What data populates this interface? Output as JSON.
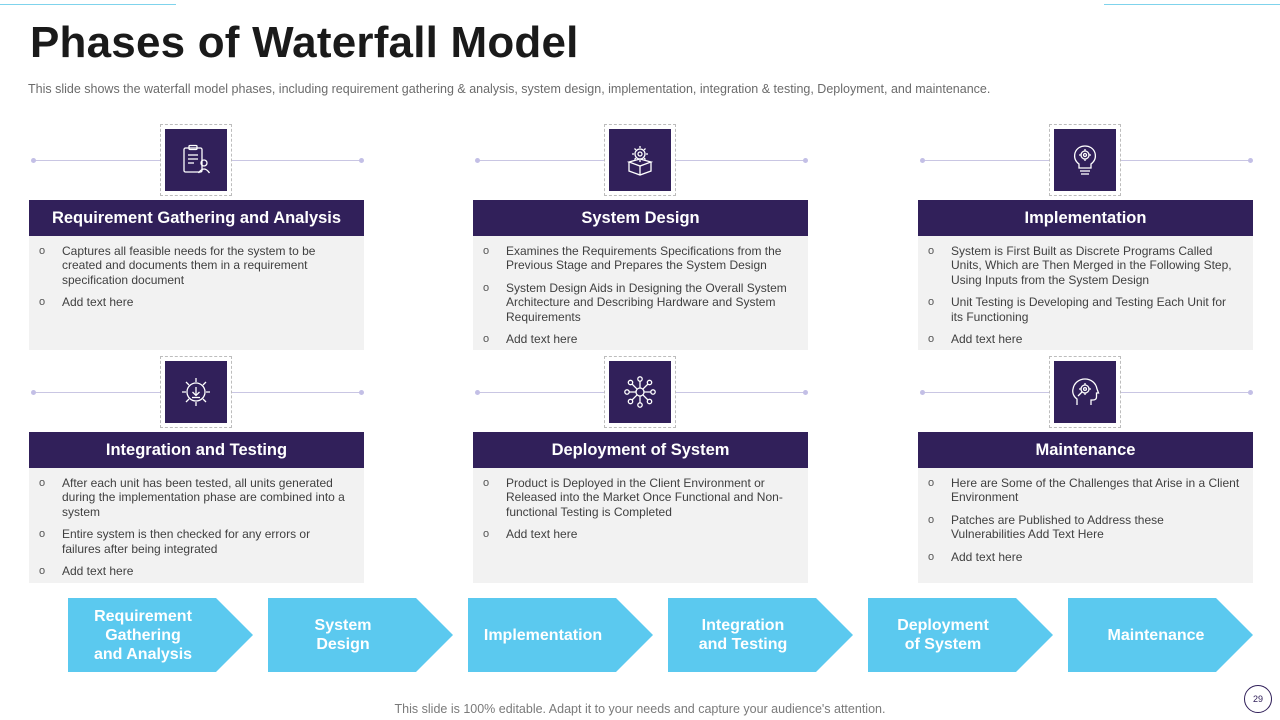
{
  "title": "Phases of Waterfall Model",
  "subtitle": "This slide shows the waterfall model phases, including requirement  gathering & analysis, system design, implementation,  integration & testing, Deployment,  and maintenance.",
  "cards": [
    {
      "heading": "Requirement Gathering and Analysis",
      "icon": "clipboard-person-icon",
      "bullets": [
        "Captures all feasible needs for the system to be created and documents them in a requirement specification document",
        "Add text here"
      ]
    },
    {
      "heading": "System Design",
      "icon": "gear-box-icon",
      "bullets": [
        "Examines the Requirements Specifications from the Previous Stage and Prepares the System Design",
        "System Design Aids in Designing the Overall System Architecture and Describing Hardware and System Requirements",
        "Add text here"
      ]
    },
    {
      "heading": "Implementation",
      "icon": "lightbulb-gear-icon",
      "bullets": [
        "System is First Built as Discrete Programs Called Units, Which are Then Merged in the Following Step, Using Inputs from the System Design",
        "Unit Testing is Developing and Testing Each Unit for its Functioning",
        "Add text here"
      ]
    },
    {
      "heading": "Integration and Testing",
      "icon": "gear-download-icon",
      "bullets": [
        "After  each unit has been tested, all units generated during the implementation phase are combined into a system",
        "Entire system is then checked for any errors or failures after being integrated",
        "Add text here"
      ]
    },
    {
      "heading": "Deployment of System",
      "icon": "network-hub-icon",
      "bullets": [
        "Product is Deployed in the Client Environment or Released into the Market Once Functional and Non-functional Testing is Completed",
        "Add text here"
      ]
    },
    {
      "heading": "Maintenance",
      "icon": "head-gear-wrench-icon",
      "bullets": [
        "Here are Some of the Challenges that Arise in a Client Environment",
        "Patches are Published to Address these Vulnerabilities Add Text Here",
        "Add text here"
      ]
    }
  ],
  "bullet_glyph": "o",
  "steps": [
    "Requirement\nGathering\nand Analysis",
    "System\nDesign",
    "Implementation",
    "Integration\nand Testing",
    "Deployment\nof System",
    "Maintenance"
  ],
  "footer": "This slide is 100% editable. Adapt it to your needs and capture your audience's attention.",
  "page_number": "29",
  "colors": {
    "header": "#31205a",
    "body_bg": "#f2f2f2",
    "chevron": "#5bc9ef",
    "accent_line": "#7fd3ec"
  }
}
